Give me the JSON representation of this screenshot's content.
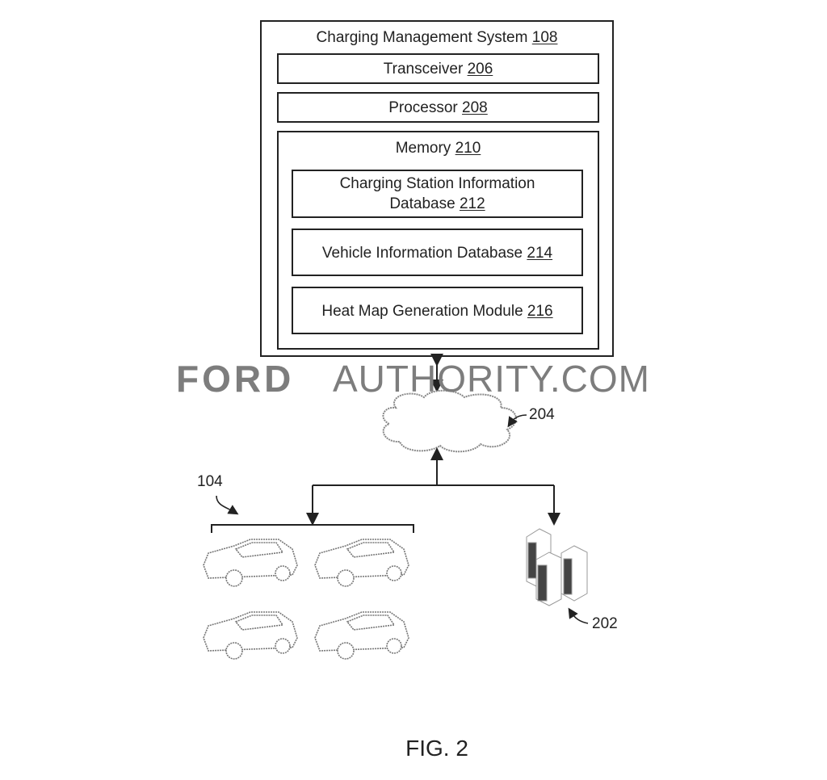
{
  "system": {
    "title": "Charging Management System",
    "ref": "108"
  },
  "transceiver": {
    "title": "Transceiver",
    "ref": "206"
  },
  "processor": {
    "title": "Processor",
    "ref": "208"
  },
  "memory": {
    "title": "Memory",
    "ref": "210"
  },
  "csid": {
    "title_line1": "Charging Station Information",
    "title_line2": "Database",
    "ref": "212"
  },
  "vid": {
    "title": "Vehicle Information Database",
    "ref": "214"
  },
  "hmg": {
    "title": "Heat Map Generation Module",
    "ref": "216"
  },
  "network": {
    "ref": "204"
  },
  "vehicles": {
    "ref": "104"
  },
  "servers": {
    "ref": "202"
  },
  "watermark": {
    "part1": "FORD",
    "part2": "AUTHORITY.COM"
  },
  "figure": {
    "caption": "FIG. 2"
  }
}
